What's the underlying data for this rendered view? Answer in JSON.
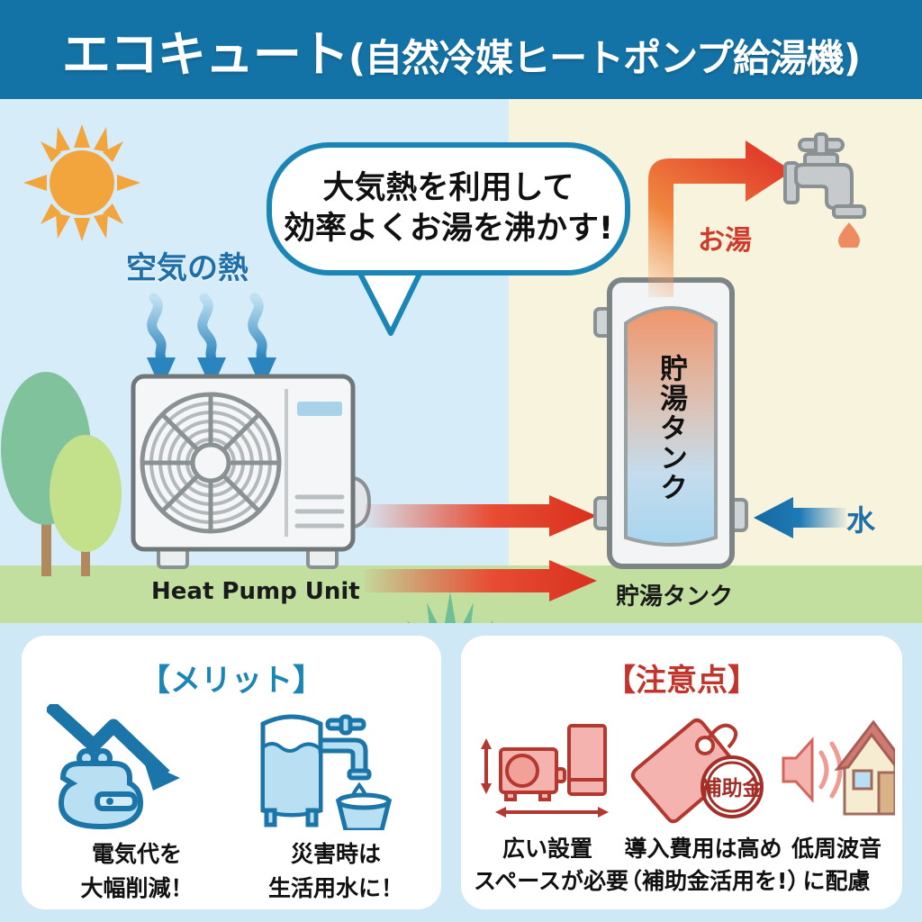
{
  "header": {
    "title_main": "エコキュート",
    "title_paren": "(自然冷媒ヒートポンプ給湯機)"
  },
  "scene": {
    "air_heat_label": "空気の熱",
    "bubble": {
      "line1": "大気熱を利用して",
      "line2": "効率よくお湯を沸かす!"
    },
    "hot_water_label": "お湯",
    "cold_water_label": "水",
    "tank_label": "貯湯タンク",
    "ground_labels": {
      "heat_pump": "Heat Pump Unit",
      "tank": "貯湯タンク"
    },
    "icons": {
      "sun": "sun-icon",
      "trees": "trees-icon",
      "grass": "grass-icon",
      "faucet": "faucet-icon",
      "heat_pump": "heat-pump-unit-icon",
      "storage_tank": "storage-tank-icon",
      "air_heat_arrows": "wavy-down-arrows-icon",
      "heat_transfer_arrows": "red-right-arrows-icon",
      "hot_water_pipe": "hot-water-pipe-arrow-icon",
      "cold_water_arrow": "blue-left-arrow-icon"
    },
    "colors": {
      "header_blue": "#1473a6",
      "sky_left": "#d6ecf8",
      "sky_right": "#f8f3dd",
      "ground_green": "#c3dfa0",
      "accent_blue": "#1f6fa8",
      "hot_red": "#e2402c",
      "sun_orange": "#f2a53c"
    }
  },
  "bottom": {
    "merit": {
      "title": "【メリット】",
      "accent": "#1b86b5",
      "items": [
        {
          "icon": "wallet-down-arrow-icon",
          "caption_line1": "電気代を",
          "caption_line2": "大幅削減！"
        },
        {
          "icon": "water-tank-bucket-icon",
          "caption_line1": "災害時は",
          "caption_line2": "生活用水に！"
        }
      ]
    },
    "caution": {
      "title": "【注意点】",
      "accent": "#c1352c",
      "items": [
        {
          "icon": "installation-space-icon",
          "caption_line1": "広い設置",
          "caption_line2": "スペースが必要"
        },
        {
          "icon": "price-tag-subsidy-icon",
          "stamp_text": "補助金",
          "caption_line1": "導入費用は高め",
          "caption_line2": "（補助金活用を!）"
        },
        {
          "icon": "low-frequency-noise-house-icon",
          "caption_line1": "低周波音",
          "caption_line2": "に配慮"
        }
      ]
    }
  }
}
